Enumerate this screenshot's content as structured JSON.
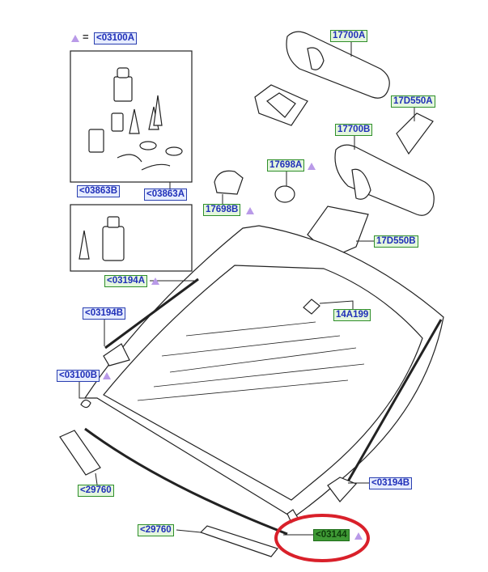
{
  "legend": {
    "symbol": "=",
    "ref": "<03100A"
  },
  "labels": {
    "l17700A": "17700A",
    "l17D550A": "17D550A",
    "l17700B": "17700B",
    "l17698A": "17698A",
    "l17698B": "17698B",
    "l03863B": "<03863B",
    "l03863A": "<03863A",
    "l03194A": "<03194A",
    "l14A199": "14A199",
    "l03194B_left": "<03194B",
    "l03100B": "<03100B",
    "l17D550B": "17D550B",
    "l29760_upper": "<29760",
    "l29760_lower": "<29760",
    "l03194B_right": "<03194B",
    "l03144": "<03144"
  },
  "colors": {
    "highlight_ring": "#d9202a",
    "triangle": "#b99ae8",
    "blue_label": "#1f2fb8",
    "green_border": "#2f8f2a"
  }
}
